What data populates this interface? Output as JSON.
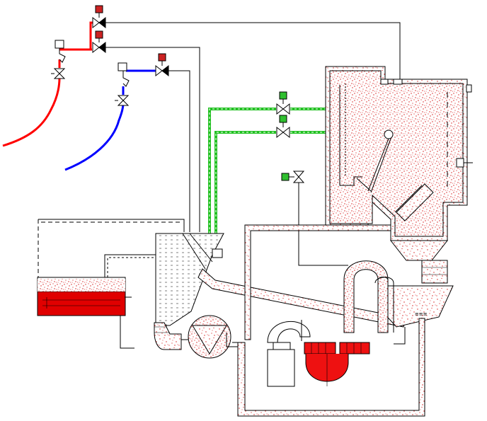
{
  "diagram": {
    "colors": {
      "hot_line": "#ff0000",
      "cold_line": "#0000ff",
      "steam_line": "#00c000",
      "particles": "#d61a1a",
      "tank_fill": "#e00000",
      "actuator_red": "#cc2222",
      "actuator_green": "#2fbf2f"
    },
    "tank_label": "",
    "valve_actuators": [
      {
        "id": "v-top-red-1",
        "color": "red"
      },
      {
        "id": "v-top-red-2",
        "color": "red"
      },
      {
        "id": "v-mid-red",
        "color": "red"
      },
      {
        "id": "v-green-1",
        "color": "green"
      },
      {
        "id": "v-green-2",
        "color": "green"
      },
      {
        "id": "v-green-3",
        "color": "green"
      }
    ]
  }
}
